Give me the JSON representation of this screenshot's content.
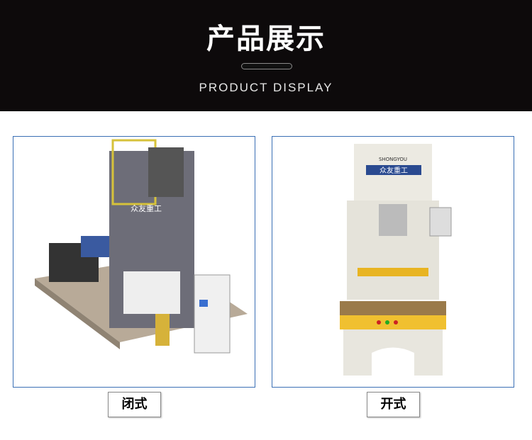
{
  "header": {
    "title": "产品展示",
    "subtitle": "PRODUCT DISPLAY"
  },
  "products": [
    {
      "label": "闭式",
      "logo": "众友重工"
    },
    {
      "label": "开式",
      "logo": "众友重工",
      "logo_en": "SHONGYOU"
    }
  ]
}
